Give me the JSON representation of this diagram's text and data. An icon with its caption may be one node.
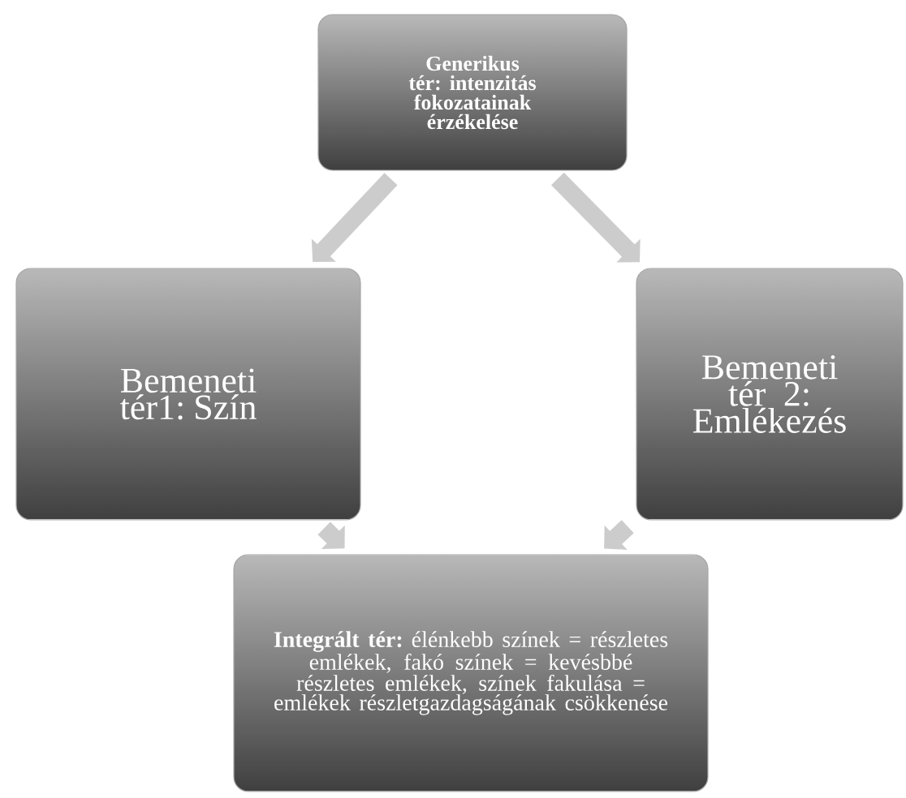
{
  "diagram": {
    "nodes": [
      {
        "text": [
          "Generikus tér: intenzitás fokozatainak érzékelése"
        ]
      },
      {
        "text": [
          "Bemeneti tér1: Szín"
        ]
      },
      {
        "text": [
          "Bemeneti tér 2: Emlékezés"
        ]
      },
      {
        "text": [
          "**Integrált tér:** élénkebb színek = részletes emlékek, fakó színek = kevésbbé részletes emlékek, színek fakulása = emlékek részletgazdagságának csökkenése"
        ]
      }
    ],
    "edges": [
      {
        "from": 0,
        "to": 1,
        "arrow": "to"
      },
      {
        "from": 0,
        "to": 2,
        "arrow": "to"
      },
      {
        "from": 1,
        "to": 3,
        "arrow": "to"
      },
      {
        "from": 2,
        "to": 3,
        "arrow": "to"
      }
    ]
  }
}
